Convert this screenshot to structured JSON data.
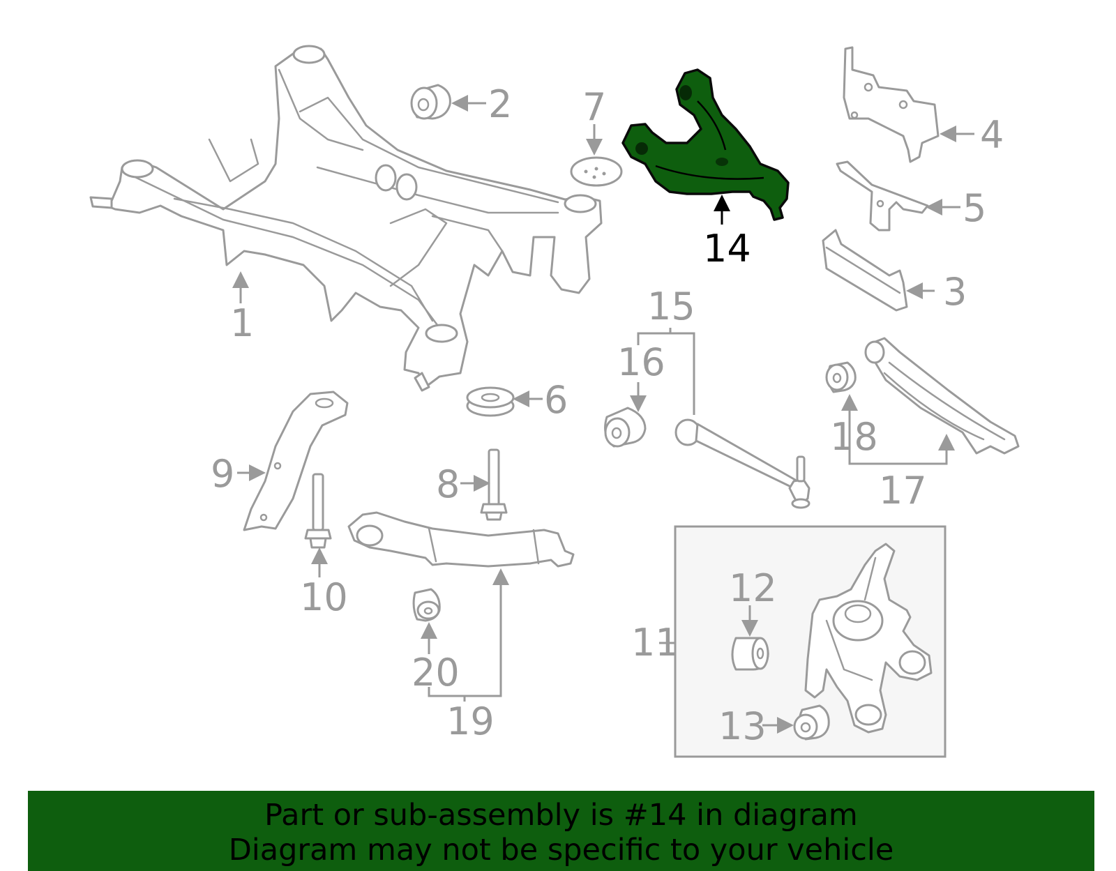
{
  "colors": {
    "highlight": "#0e5e0e",
    "line_gray": "#9a9a9a",
    "banner_text": "#000000"
  },
  "callouts": {
    "c1": "1",
    "c2": "2",
    "c3": "3",
    "c4": "4",
    "c5": "5",
    "c6": "6",
    "c7": "7",
    "c8": "8",
    "c9": "9",
    "c10": "10",
    "c11": "11",
    "c12": "12",
    "c13": "13",
    "c14": "14",
    "c15": "15",
    "c16": "16",
    "c17": "17",
    "c18": "18",
    "c19": "19",
    "c20": "20"
  },
  "highlighted_part": "14",
  "banner": {
    "line1": "Part or sub-assembly is #14 in diagram",
    "line2": "Diagram may not be specific to your vehicle"
  }
}
